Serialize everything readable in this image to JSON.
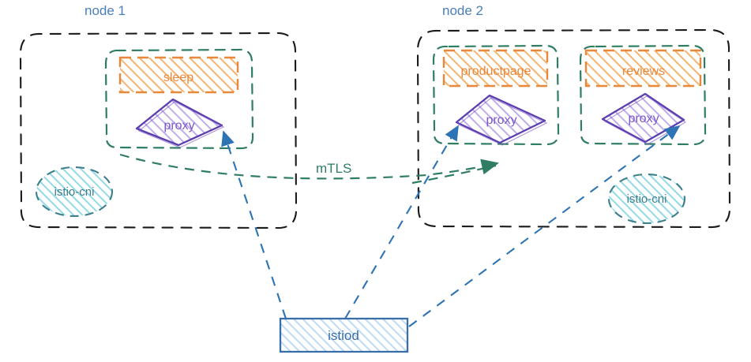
{
  "diagram": {
    "title_node1": "node 1",
    "title_node2": "node 2",
    "edge_label_mtls": "mTLS",
    "colors": {
      "node_border": "#1a1a1a",
      "node_title": "#4a7ebb",
      "pod_border": "#2f7d62",
      "app_border": "#e8883a",
      "app_fill": "#f7c99a",
      "app_text": "#e8883a",
      "proxy_border": "#5b3fae",
      "proxy_fill": "#b9a8e8",
      "proxy_text": "#7b57c8",
      "cni_border": "#3f7f8c",
      "cni_fill": "#7fd4e0",
      "cni_text": "#3f7f8c",
      "istiod_border": "#3a6ea8",
      "istiod_fill": "#a9cdf0",
      "istiod_text": "#3a6ea8",
      "control_edge": "#2e74b5",
      "mtls_edge": "#2f7d62"
    },
    "nodes": [
      {
        "id": "node1",
        "label": "node 1",
        "pods": [
          {
            "id": "pod-sleep",
            "app": {
              "id": "sleep",
              "label": "sleep"
            },
            "proxy": {
              "id": "proxy-sleep",
              "label": "proxy"
            }
          }
        ],
        "cni": {
          "id": "istio-cni-node1",
          "label": "istio-cni"
        }
      },
      {
        "id": "node2",
        "label": "node 2",
        "pods": [
          {
            "id": "pod-productpage",
            "app": {
              "id": "productpage",
              "label": "productpage"
            },
            "proxy": {
              "id": "proxy-productpage",
              "label": "proxy"
            }
          },
          {
            "id": "pod-reviews",
            "app": {
              "id": "reviews",
              "label": "reviews"
            },
            "proxy": {
              "id": "proxy-reviews",
              "label": "proxy"
            }
          }
        ],
        "cni": {
          "id": "istio-cni-node2",
          "label": "istio-cni"
        }
      }
    ],
    "control_plane": {
      "id": "istiod",
      "label": "istiod"
    },
    "edges": [
      {
        "id": "mtls-sleep-to-productpage",
        "label": "mTLS",
        "style": "dashed",
        "color": "#2f7d62"
      },
      {
        "id": "istiod-to-proxy-sleep",
        "label": "",
        "style": "dashed",
        "color": "#2e74b5"
      },
      {
        "id": "istiod-to-proxy-productpage",
        "label": "",
        "style": "dashed",
        "color": "#2e74b5"
      },
      {
        "id": "istiod-to-proxy-reviews",
        "label": "",
        "style": "dashed",
        "color": "#2e74b5"
      }
    ]
  }
}
